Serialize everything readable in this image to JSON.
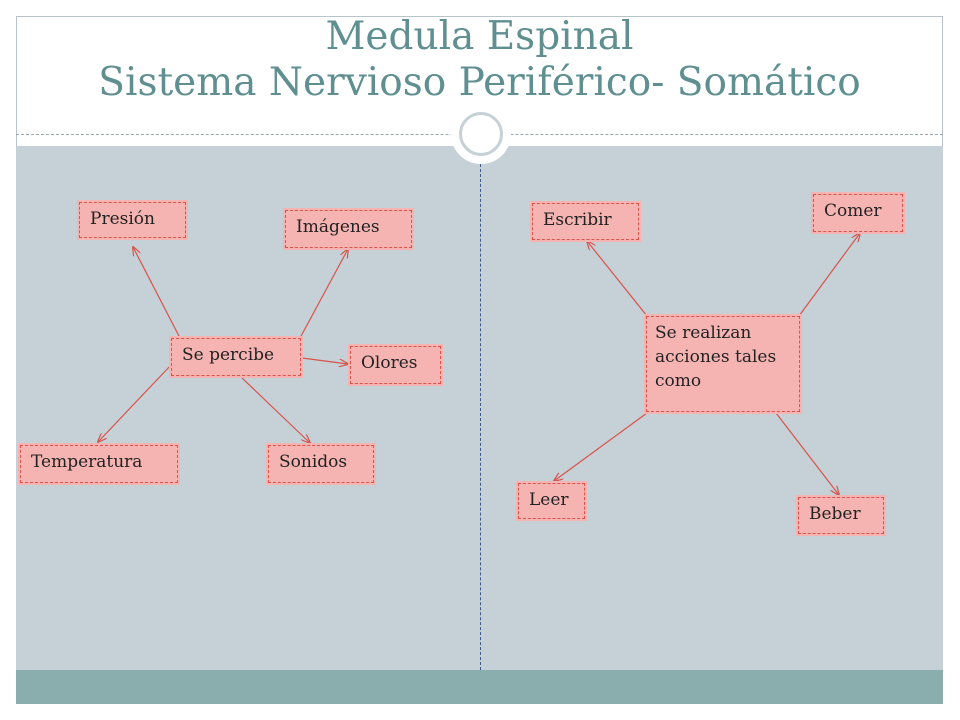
{
  "slide": {
    "title_line1": "Medula Espinal",
    "title_line2": "Sistema Nervioso Periférico- Somático",
    "accent_color": "#5f8f90",
    "panel_color": "#c5d1d7",
    "footer_color": "#8aaeae",
    "box_fill": "#f5b4b2",
    "arrow_color": "#d9534a"
  },
  "left_map": {
    "center": "Se percibe",
    "nodes": [
      "Presión",
      "Imágenes",
      "Olores",
      "Temperatura",
      "Sonidos"
    ]
  },
  "right_map": {
    "center": "Se realizan acciones tales como",
    "nodes": [
      "Escribir",
      "Comer",
      "Leer",
      "Beber"
    ]
  }
}
